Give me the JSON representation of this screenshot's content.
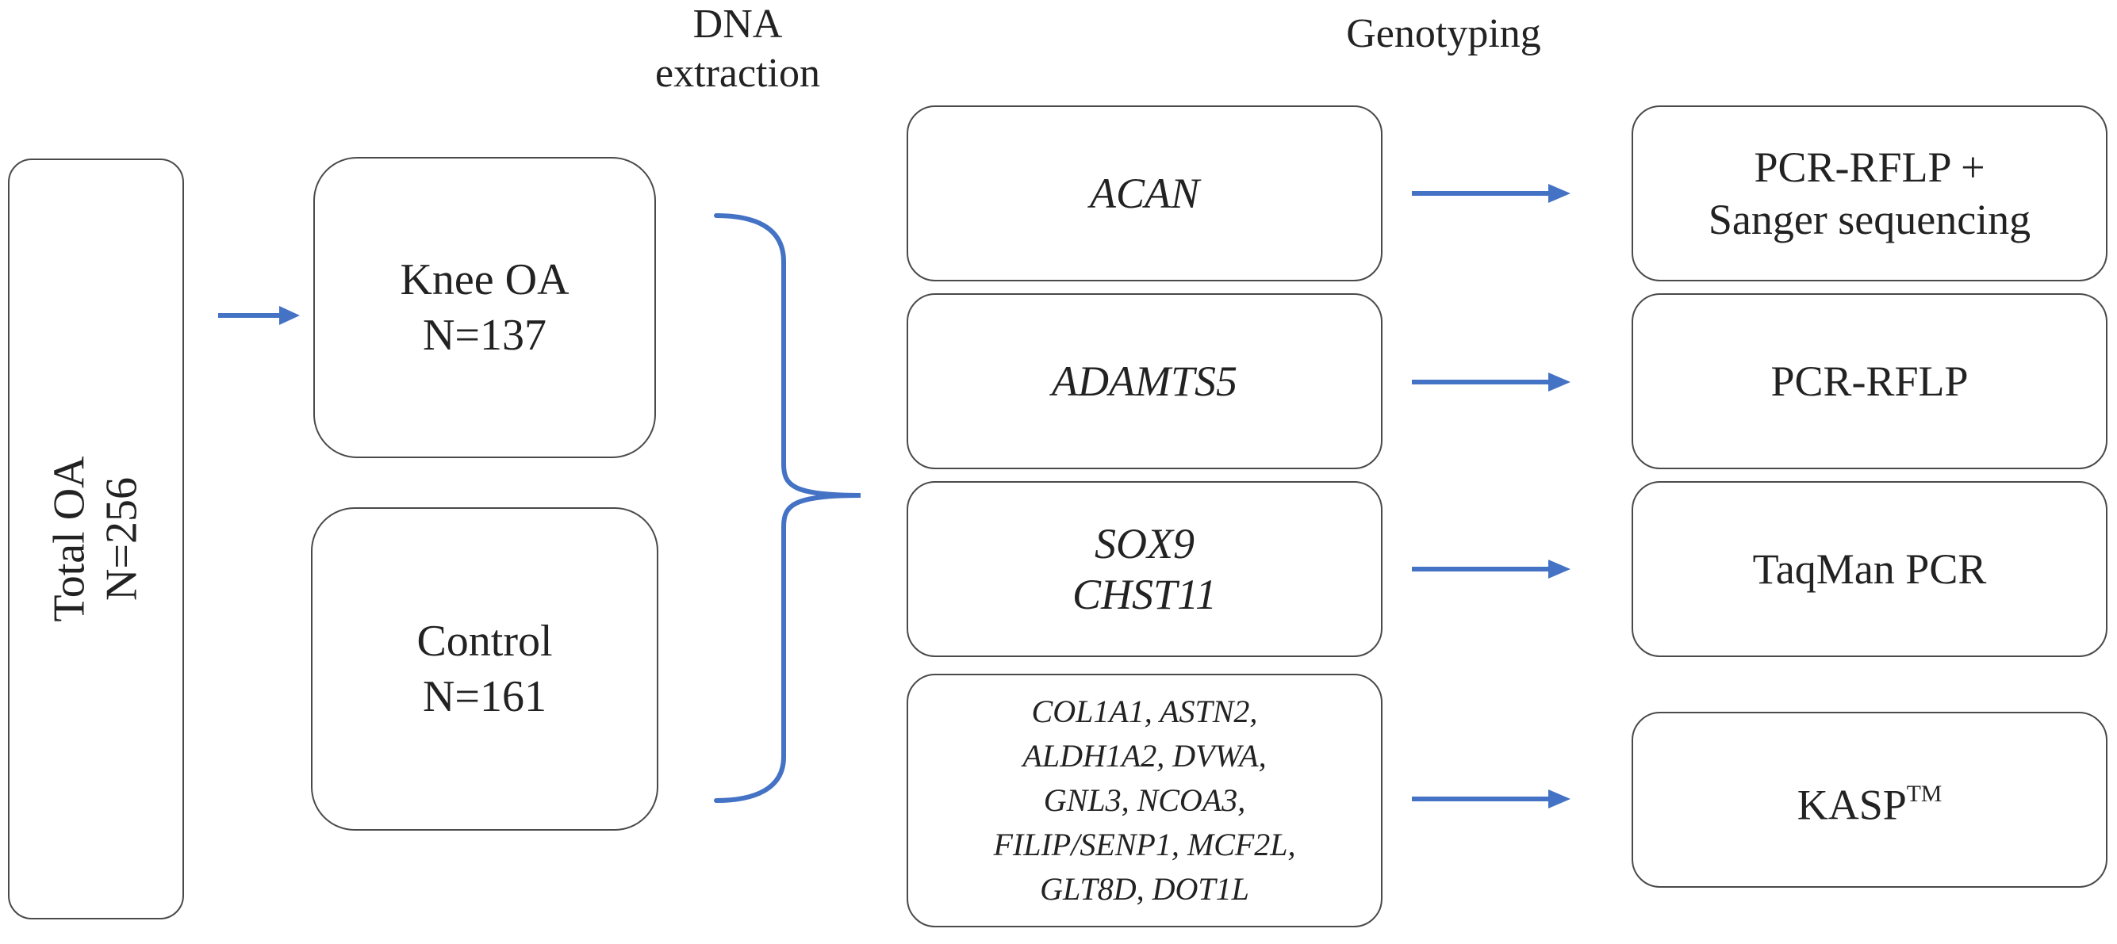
{
  "headings": {
    "dna_extraction": [
      "DNA",
      "extraction"
    ],
    "genotyping": "Genotyping"
  },
  "cohort": {
    "total": [
      "Total OA",
      "N=256"
    ],
    "knee": [
      "Knee OA",
      "N=137"
    ],
    "control": [
      "Control",
      "N=161"
    ]
  },
  "genes": [
    {
      "lines": [
        "ACAN"
      ]
    },
    {
      "lines": [
        "ADAMTS5"
      ]
    },
    {
      "lines": [
        "SOX9",
        "CHST11"
      ]
    },
    {
      "lines": [
        "COL1A1, ASTN2,",
        "ALDH1A2, DVWA,",
        "GNL3, NCOA3,",
        "FILIP/SENP1, MCF2L,",
        "GLT8D, DOT1L"
      ]
    }
  ],
  "methods": [
    {
      "lines": [
        "PCR-RFLP +",
        "Sanger sequencing"
      ]
    },
    {
      "lines": [
        "PCR-RFLP"
      ]
    },
    {
      "lines": [
        "TaqMan PCR"
      ]
    },
    {
      "text": "KASP",
      "superscript": "TM"
    }
  ],
  "colors": {
    "arrow": "#4472c4",
    "brace": "#4472c4",
    "border": "#4a4a4a"
  }
}
